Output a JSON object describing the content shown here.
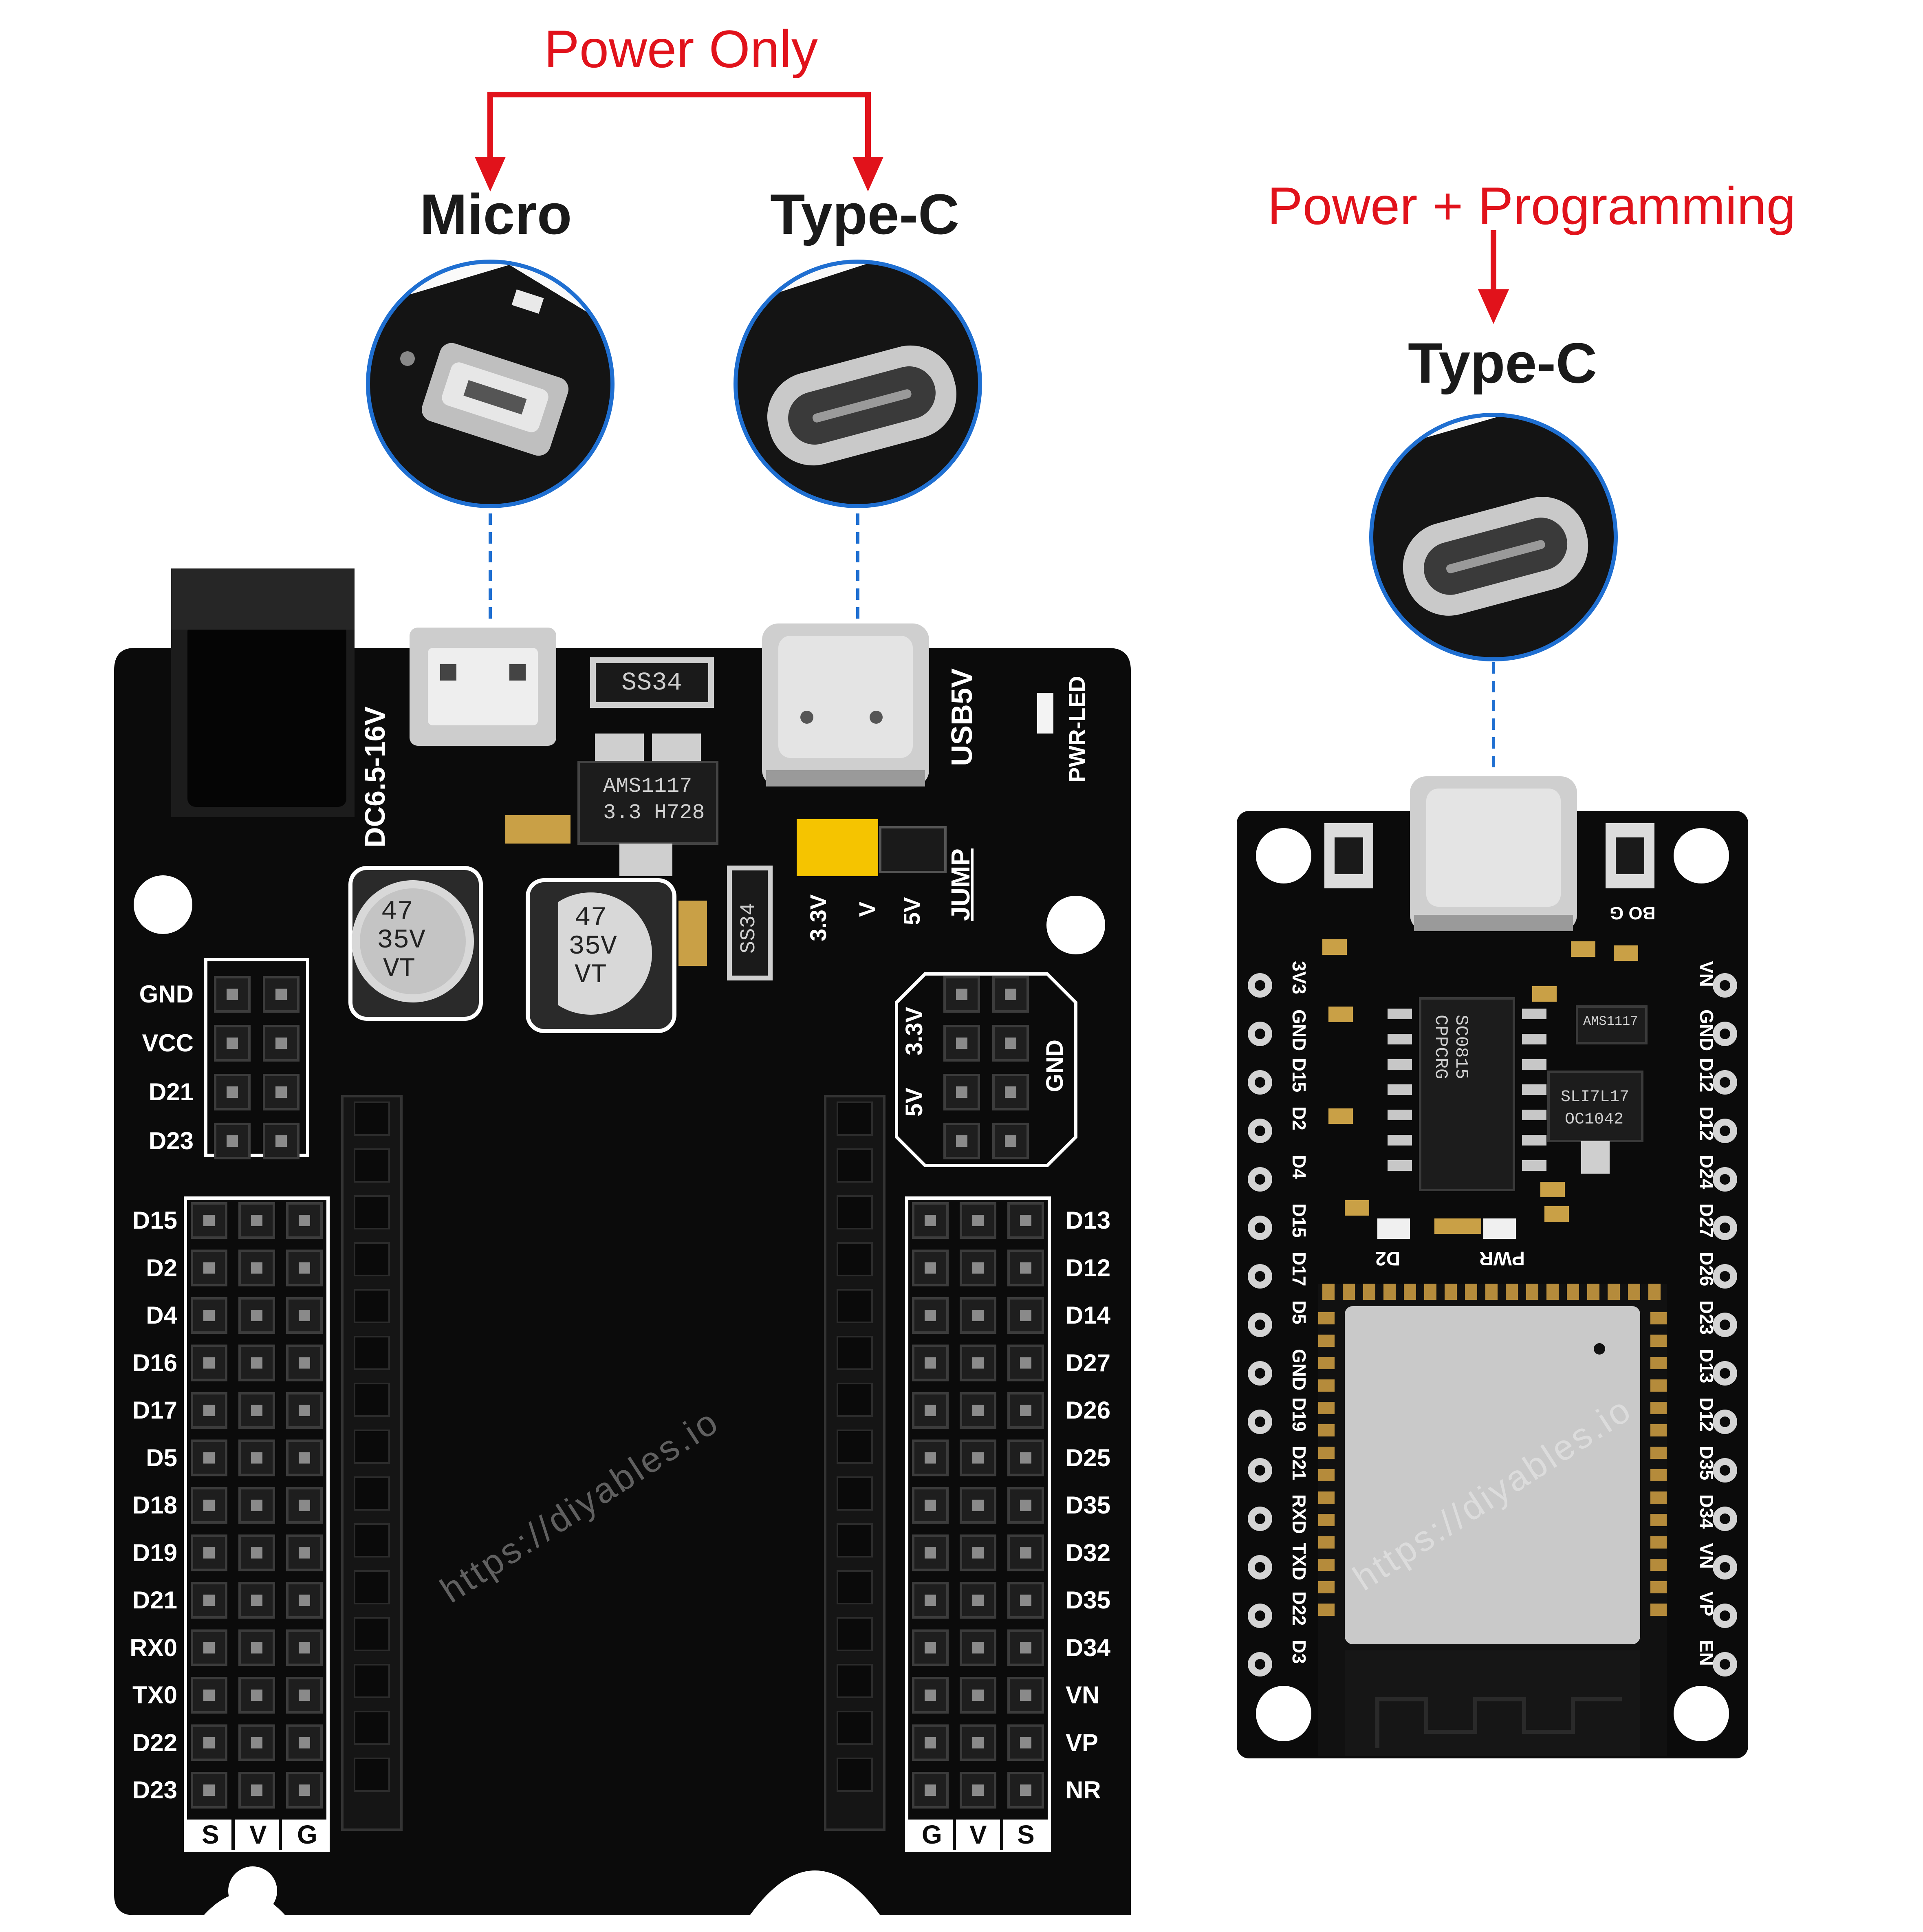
{
  "annotations": {
    "power_only": "Power Only",
    "power_programming": "Power + Programming",
    "micro": "Micro",
    "type_c_left": "Type-C",
    "type_c_right": "Type-C"
  },
  "expansion_board": {
    "silkscreen": {
      "dc": "DC6.5-16V",
      "usb5v": "USB5V",
      "pwr_led": "PWR-LED",
      "jump": "JUMP",
      "jumper_3v3": "3.3V",
      "jumper_v": "V",
      "jumper_5v": "5V",
      "block_3v3": "3.3V",
      "block_5v": "5V",
      "block_gnd": "GND"
    },
    "components": {
      "diode_top": "SS34",
      "regulator_line1": "AMS1117",
      "regulator_line2": "3.3 H728",
      "diode_side": "SS34",
      "cap1_line1": "47",
      "cap1_line2": "35V",
      "cap1_line3": "VT",
      "cap2_line1": "47",
      "cap2_line2": "35V",
      "cap2_line3": "VT"
    },
    "power_header_labels": [
      "GND",
      "VCC",
      "D21",
      "D23"
    ],
    "left_pins": [
      "D15",
      "D2",
      "D4",
      "D16",
      "D17",
      "D5",
      "D18",
      "D19",
      "D21",
      "RX0",
      "TX0",
      "D22",
      "D23"
    ],
    "right_pins": [
      "D13",
      "D12",
      "D14",
      "D27",
      "D26",
      "D25",
      "D35",
      "D32",
      "D35",
      "D34",
      "VN",
      "VP",
      "NR"
    ],
    "bottom_left_labels": [
      "S",
      "V",
      "G"
    ],
    "bottom_right_labels": [
      "G",
      "V",
      "S"
    ]
  },
  "esp32_board": {
    "left_pins": [
      "3V3",
      "GND",
      "D15",
      "D2",
      "D4",
      "D15",
      "D17",
      "D5",
      "GND",
      "D19",
      "D21",
      "RXD",
      "TXD",
      "D22",
      "D3"
    ],
    "right_pins": [
      "VN",
      "GND",
      "D12",
      "D12",
      "D24",
      "D27",
      "D26",
      "D23",
      "D13",
      "D12",
      "D35",
      "D34",
      "VN",
      "VP",
      "EN"
    ],
    "labels": {
      "boot": "BO G",
      "pwr": "PWR",
      "d2": "D2"
    },
    "chip_text": {
      "usb_chip_1": "SC0815",
      "usb_chip_2": "CPPCRG",
      "ldo_1": "SLI7L17",
      "ldo_2": "OC1042",
      "ams": "AMS1117"
    }
  },
  "watermark": "https://diyables.io",
  "colors": {
    "arrow_red": "#e1121b",
    "board_black": "#0b0b0b",
    "callout_blue": "#1f6fd1",
    "jumper_yellow": "#f5c400"
  }
}
